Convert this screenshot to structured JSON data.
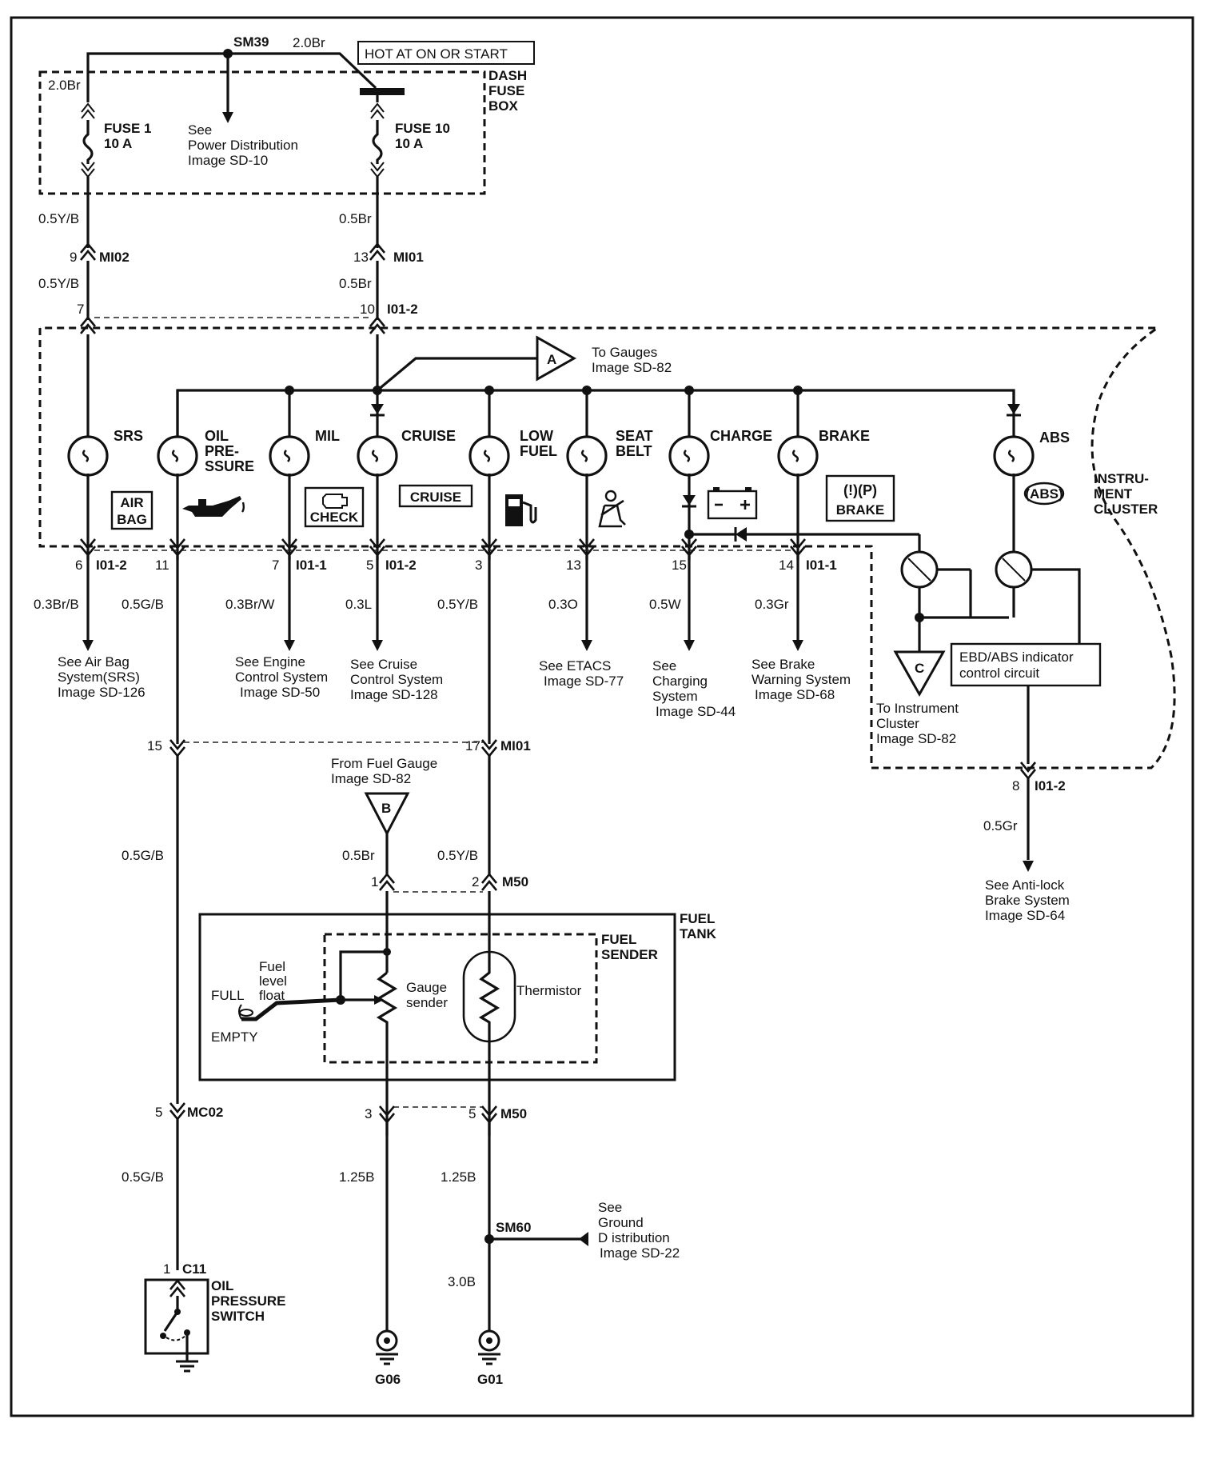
{
  "power": {
    "hot_label": "HOT AT ON OR START",
    "sm39": "SM39",
    "wire_left": "2.0Br",
    "wire_right": "2.0Br",
    "dash_fuse_box": [
      "DASH",
      "FUSE",
      "BOX"
    ],
    "fuse1": [
      "FUSE 1",
      "10 A"
    ],
    "fuse10": [
      "FUSE 10",
      "10 A"
    ],
    "see_power": [
      "See",
      "Power Distribution",
      "Image SD-10"
    ]
  },
  "upper_wiring": {
    "left_top": "0.5Y/B",
    "left_pin": "9",
    "left_conn": "MI02",
    "left_bottom": "0.5Y/B",
    "left_cluster_pin": "7",
    "right_top": "0.5Br",
    "right_pin": "13",
    "right_conn": "MI01",
    "right_bottom": "0.5Br",
    "right_cluster_pin": "10",
    "cluster_conn": "I01-2"
  },
  "cluster": {
    "label": [
      "INSTRU-",
      "MENT",
      "CLUSTER"
    ],
    "to_gauges": [
      "To Gauges",
      "Image SD-82"
    ],
    "conn_a": "A",
    "lamps": {
      "srs": "SRS",
      "oil": [
        "OIL",
        "PRE-",
        "SSURE"
      ],
      "mil": "MIL",
      "cruise": "CRUISE",
      "lowfuel": [
        "LOW",
        "FUEL"
      ],
      "seatbelt": [
        "SEAT",
        "BELT"
      ],
      "charge": "CHARGE",
      "brake": "BRAKE",
      "abs": "ABS"
    },
    "icons": {
      "airbag": [
        "AIR",
        "BAG"
      ],
      "check": "CHECK",
      "cruise": "CRUISE",
      "brake_symbols": "(!)(P)",
      "brake": "BRAKE",
      "abs": "(ABS)"
    },
    "ebd_box": [
      "EBD/ABS indicator",
      "control circuit"
    ],
    "conn_c": "C",
    "to_cluster": [
      "To Instrument",
      "Cluster",
      "Image SD-82"
    ]
  },
  "outputs": [
    {
      "pin": "6",
      "conn": "I01-2",
      "wire": "0.3Br/B",
      "dest": [
        "See Air Bag",
        "System(SRS)",
        "Image  SD-126"
      ]
    },
    {
      "pin": "11",
      "conn": "",
      "wire": "0.5G/B",
      "dest": []
    },
    {
      "pin": "7",
      "conn": "I01-1",
      "wire": "0.3Br/W",
      "dest": [
        "See Engine",
        "Control System",
        "Image SD-50"
      ]
    },
    {
      "pin": "5",
      "conn": "I01-2",
      "wire": "0.3L",
      "dest": [
        "See Cruise",
        "Control System",
        "Image SD-128"
      ]
    },
    {
      "pin": "3",
      "conn": "",
      "wire": "0.5Y/B",
      "dest": []
    },
    {
      "pin": "13",
      "conn": "",
      "wire": "0.3O",
      "dest": [
        "See ETACS",
        "Image SD-77"
      ]
    },
    {
      "pin": "15",
      "conn": "",
      "wire": "0.5W",
      "dest": [
        "See",
        "Charging",
        "System",
        "Image SD-44"
      ]
    },
    {
      "pin": "14",
      "conn": "I01-1",
      "wire": "0.3Gr",
      "dest": [
        "See Brake",
        "Warning System",
        "Image SD-68"
      ]
    }
  ],
  "abs_out": {
    "pin": "8",
    "conn": "I01-2",
    "wire": "0.5Gr",
    "dest": [
      "See Anti-lock",
      "Brake System",
      "Image SD-64"
    ]
  },
  "mid_conn": {
    "left_pin": "15",
    "right_pin": "17",
    "conn": "MI01",
    "left_wire": "0.5G/B",
    "from_fuel_gauge": [
      "From Fuel Gauge",
      "Image SD-82"
    ],
    "conn_b": "B",
    "b_wire": "0.5Br",
    "y_wire": "0.5Y/B",
    "m50_pin1": "1",
    "m50_pin2": "2",
    "m50": "M50"
  },
  "fuel_tank": {
    "label": [
      "FUEL",
      "TANK"
    ],
    "sender": [
      "FUEL",
      "SENDER"
    ],
    "float": [
      "Fuel",
      "level",
      "float"
    ],
    "full": "FULL",
    "empty": "EMPTY",
    "gauge_sender": [
      "Gauge",
      "sender"
    ],
    "thermistor": "Thermistor"
  },
  "lower": {
    "mc02_pin": "5",
    "mc02": "MC02",
    "m50_pin3": "3",
    "m50_pin5": "5",
    "m50": "M50",
    "left_wire": "0.5G/B",
    "gnd_wire_1": "1.25B",
    "gnd_wire_2": "1.25B",
    "sm60": "SM60",
    "ground_ref": [
      "See",
      "Ground",
      "D istribution",
      "Image SD-22"
    ],
    "ground_wire": "3.0B",
    "c11_pin": "1",
    "c11": "C11",
    "oil_switch": [
      "OIL",
      "PRESSURE",
      "SWITCH"
    ],
    "g06": "G06",
    "g01": "G01"
  }
}
